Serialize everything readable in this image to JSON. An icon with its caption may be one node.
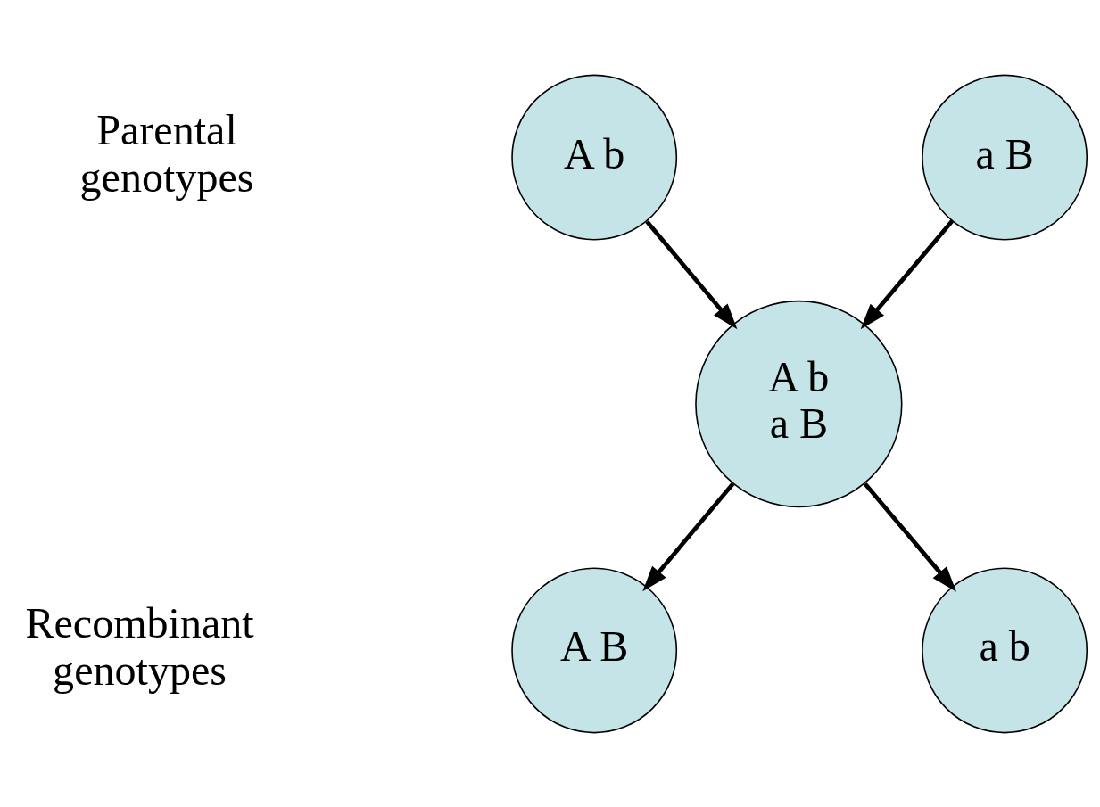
{
  "diagram": {
    "nodes": [
      {
        "text": [
          "A b"
        ]
      },
      {
        "text": [
          "a B"
        ]
      },
      {
        "text": [
          "A b",
          "a B"
        ]
      },
      {
        "text": [
          "A B"
        ]
      },
      {
        "text": [
          "a b"
        ]
      }
    ],
    "edges": [
      {
        "from": 0,
        "to": 2,
        "arrow": "to"
      },
      {
        "from": 1,
        "to": 2,
        "arrow": "to"
      },
      {
        "from": 2,
        "to": 3,
        "arrow": "to"
      },
      {
        "from": 2,
        "to": 4,
        "arrow": "to"
      }
    ],
    "labels": [
      "Parental genotypes",
      "Recombinant genotypes"
    ]
  }
}
